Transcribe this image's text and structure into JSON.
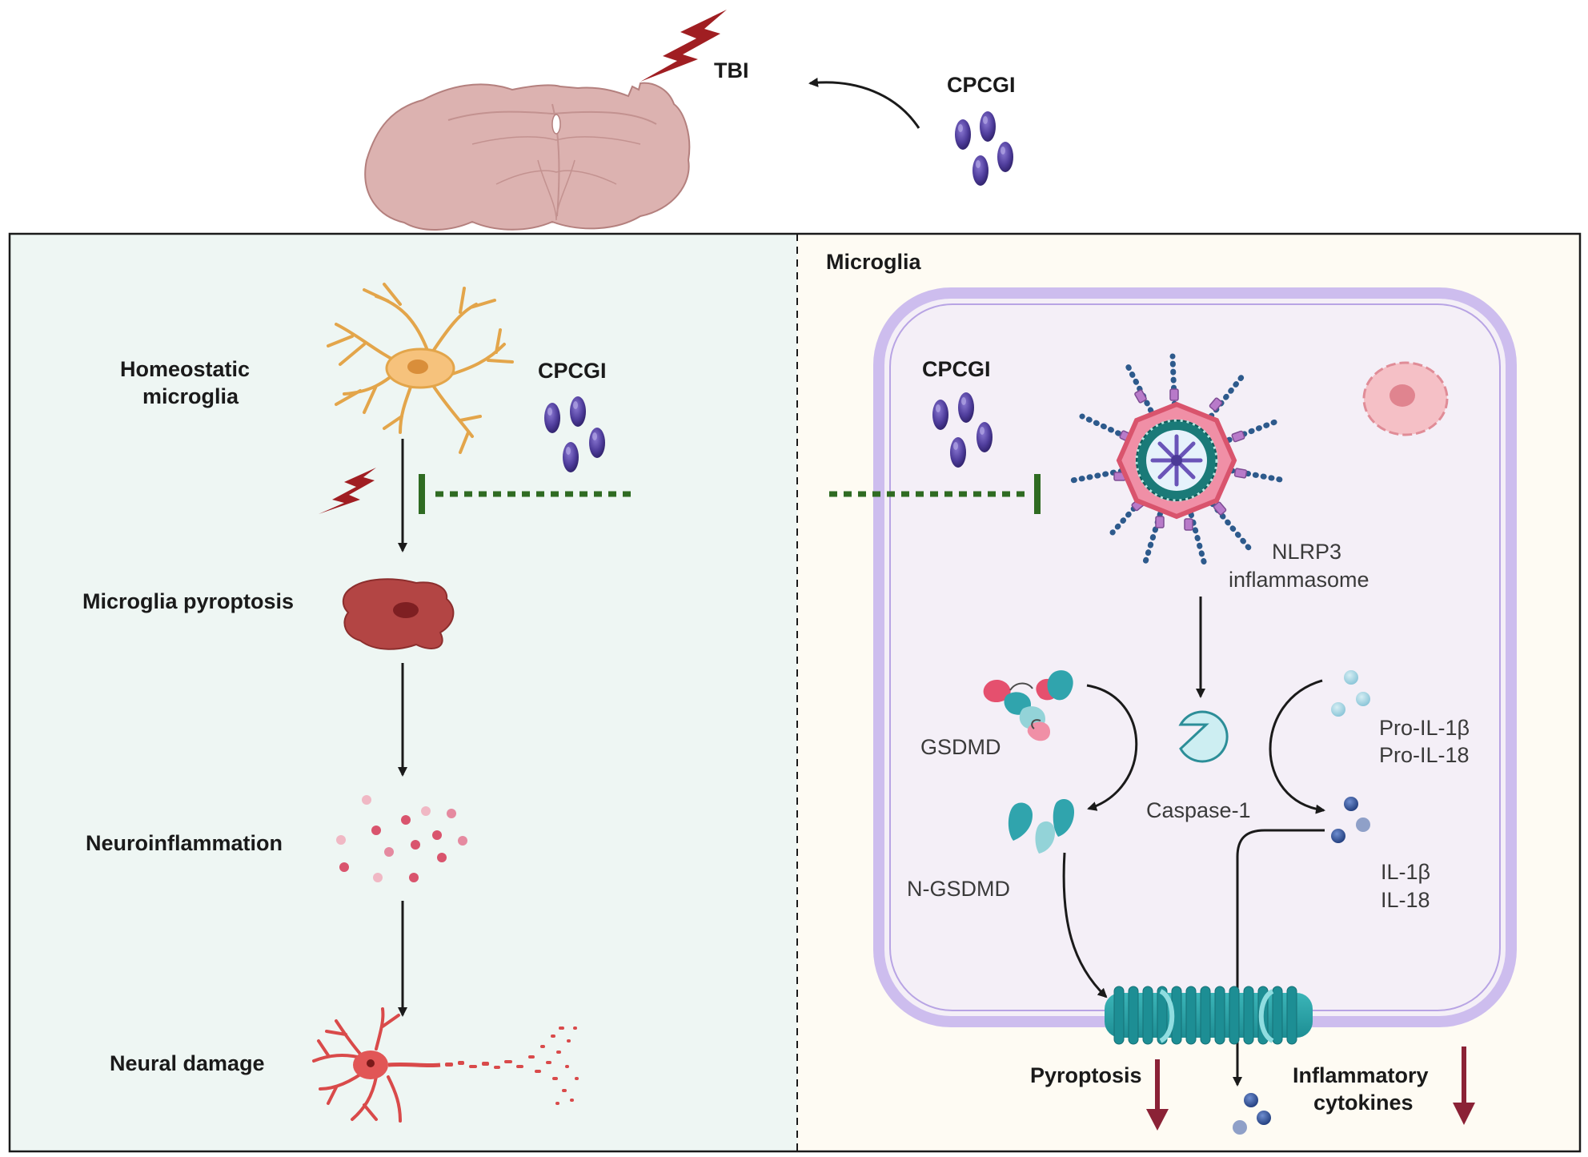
{
  "top": {
    "tbi_label": "TBI",
    "cpcgi_label": "CPCGI"
  },
  "left_panel": {
    "cpcgi_label": "CPCGI",
    "stages": {
      "homeostatic_line1": "Homeostatic",
      "homeostatic_line2": "microglia",
      "pyroptosis": "Microglia pyroptosis",
      "neuroinflammation": "Neuroinflammation",
      "neural_damage": "Neural damage"
    }
  },
  "right_panel": {
    "title": "Microglia",
    "cpcgi_label": "CPCGI",
    "nlrp3_line1": "NLRP3",
    "nlrp3_line2": "inflammasome",
    "gsdmd": "GSDMD",
    "caspase": "Caspase-1",
    "n_gsdmd": "N-GSDMD",
    "pro_il1b": "Pro-IL-1β",
    "pro_il18": "Pro-IL-18",
    "il1b": "IL-1β",
    "il18": "IL-18",
    "pyroptosis": "Pyroptosis",
    "inflammatory_line1": "Inflammatory",
    "inflammatory_line2": "cytokines"
  },
  "colors": {
    "left_bg": "#eef6f3",
    "right_bg": "#fefbf3",
    "cell_fill": "#f4eff7",
    "cell_membrane": "#c9b8ea",
    "inhibit_green": "#2f6b22",
    "down_arrow": "#8b2236",
    "capsule": "#4b3a96",
    "lightning": "#a01e22"
  }
}
